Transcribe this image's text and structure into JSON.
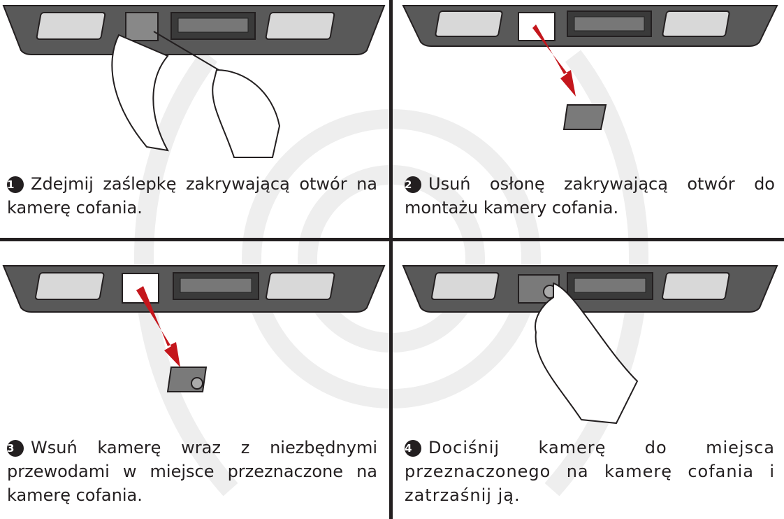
{
  "steps": [
    {
      "number": "1",
      "text": "Zdejmij zaślepkę zakrywającą otwór na kamerę cofania."
    },
    {
      "number": "2",
      "text": "Usuń osłonę zakrywającą otwór do montażu kamery cofania."
    },
    {
      "number": "3",
      "text": "Wsuń kamerę wraz z niezbędnymi przewodami w miejsce przeznaczone na kamerę cofania."
    },
    {
      "number": "4",
      "text": "Dociśnij kamerę do miejsca przeznaczonego na kamerę cofania i zatrzaśnij ją."
    }
  ],
  "colors": {
    "trim": "#595959",
    "arrow": "#c4161c",
    "ink": "#231f20",
    "watermark": "#ececec"
  }
}
